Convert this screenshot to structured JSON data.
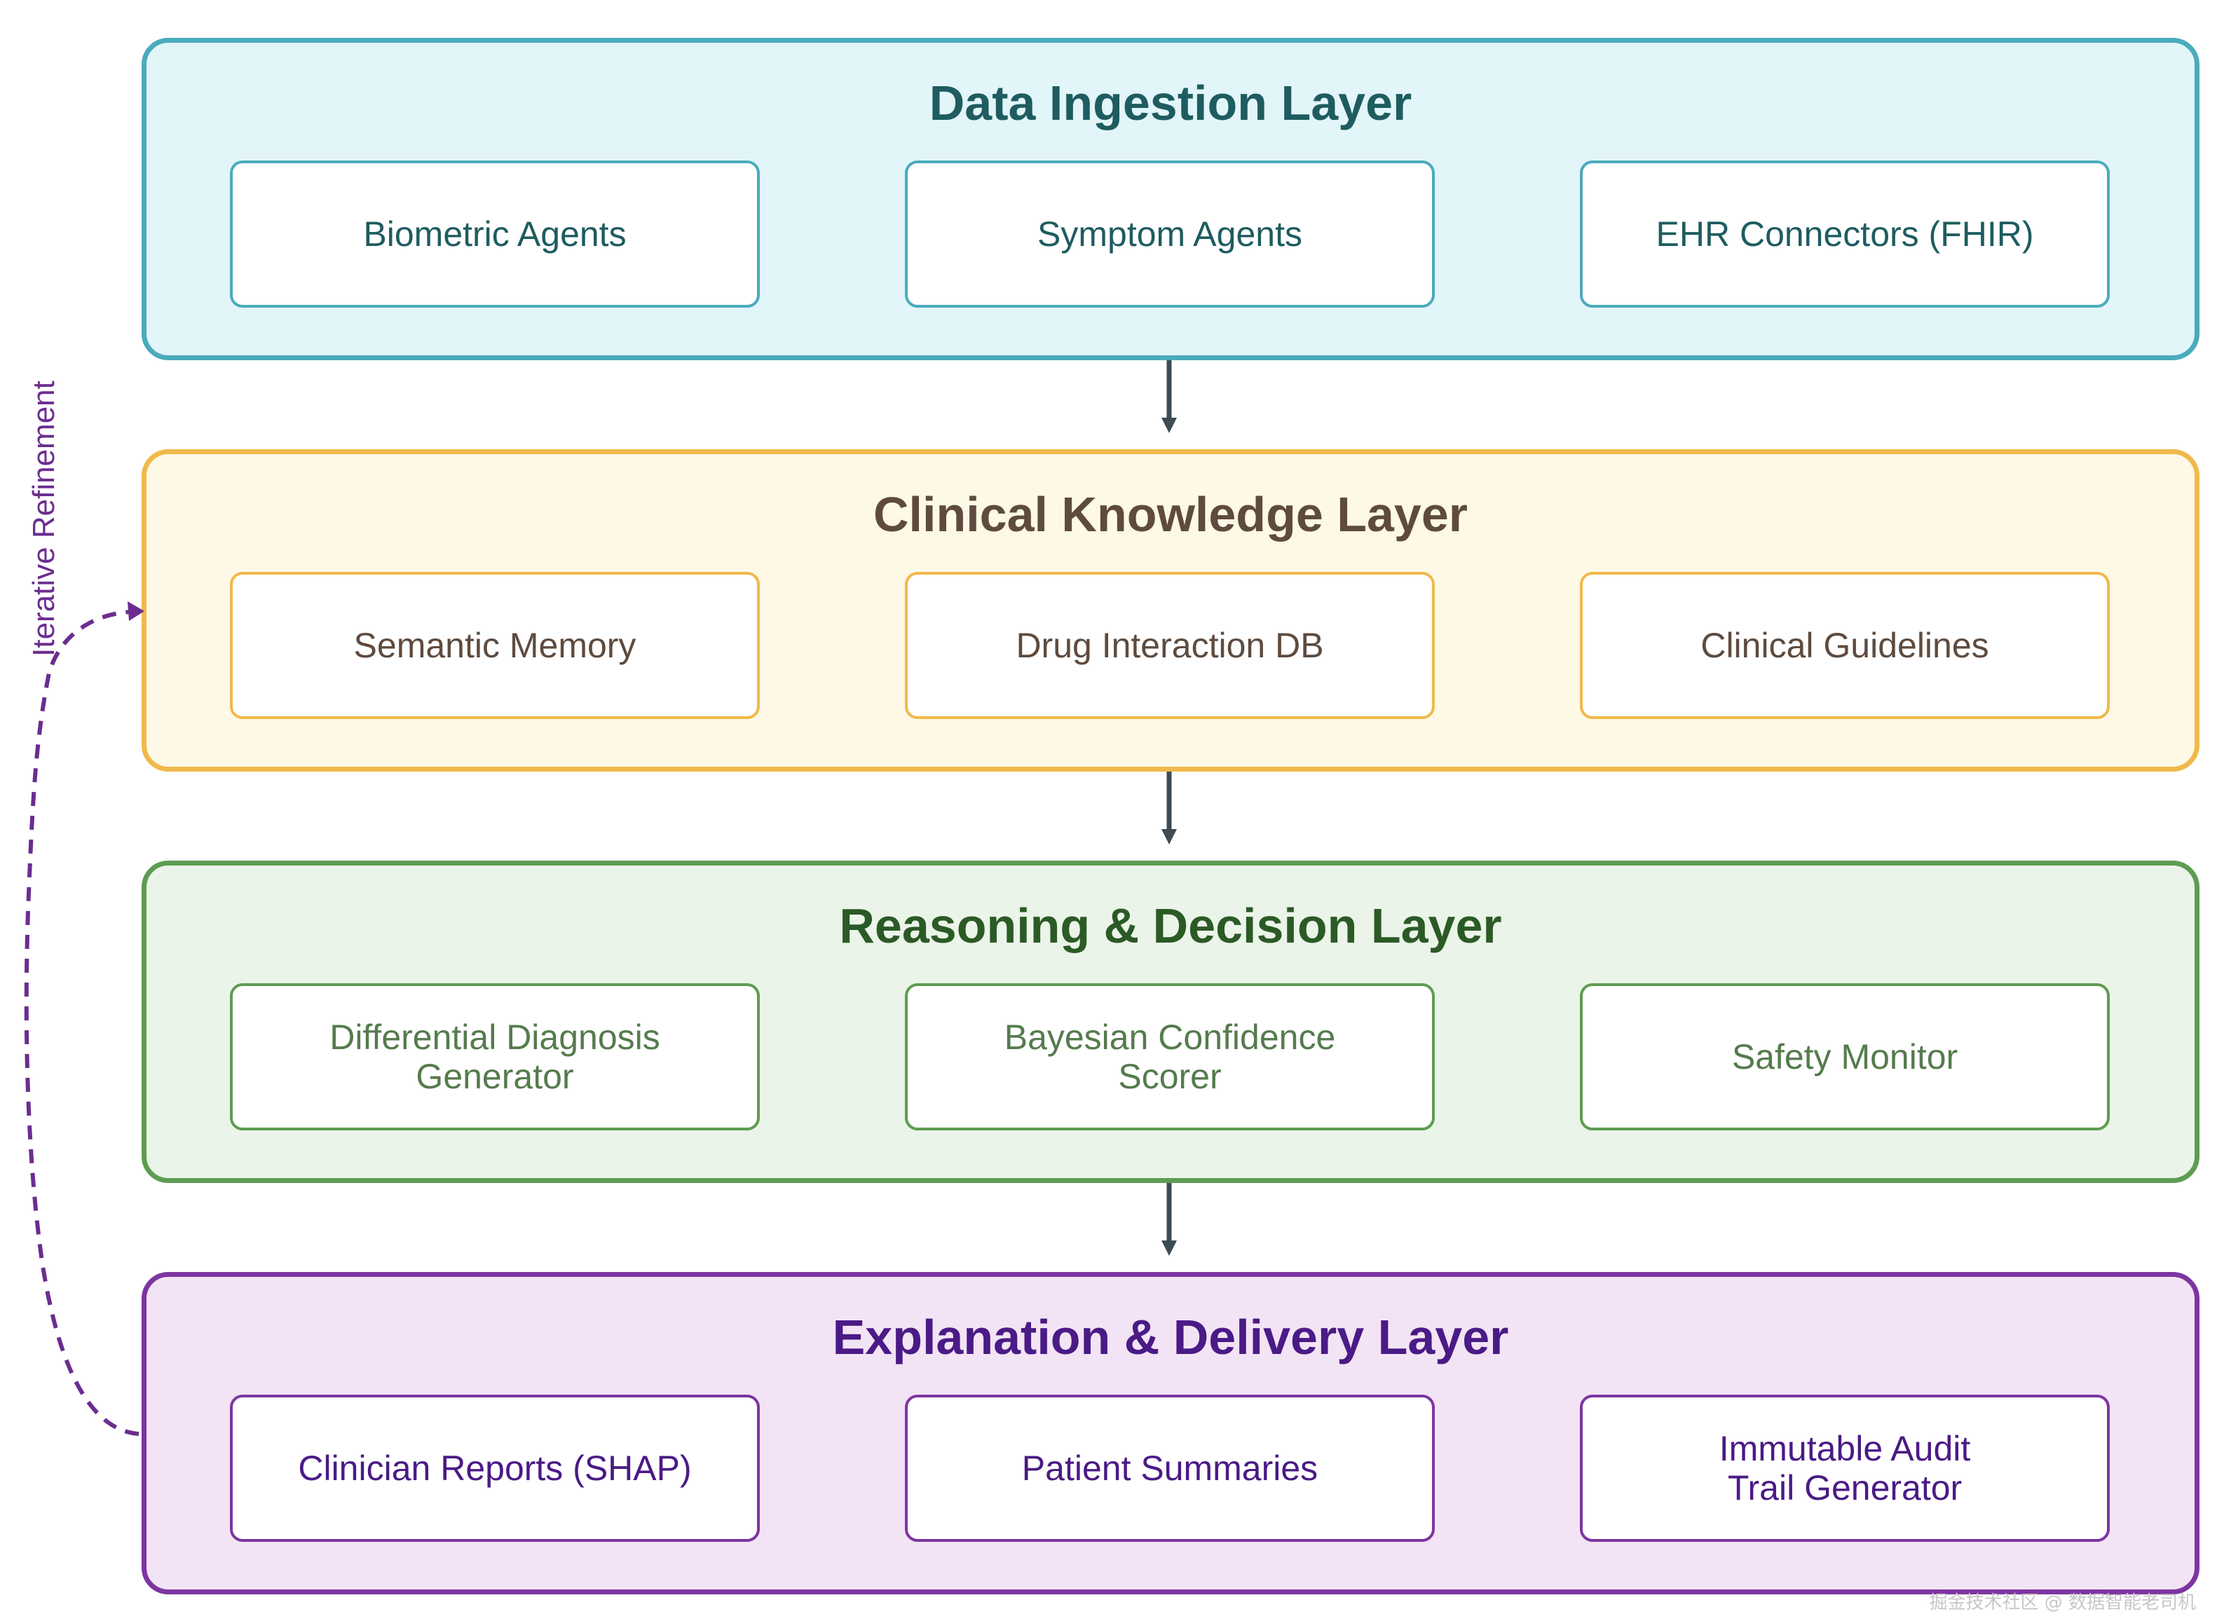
{
  "colors": {
    "arrow": "#3d4b55",
    "loop": "#6b2d8f"
  },
  "loop_label": "Iterative Refinement",
  "watermark": "掘金技术社区 @ 数据智能老司机",
  "layers": [
    {
      "title": "Data Ingestion Layer",
      "colors": {
        "fill": "#e2f5f9",
        "border": "#4aabbc",
        "text": "#1e5c60"
      },
      "components": [
        {
          "label": "Biometric Agents"
        },
        {
          "label": "Symptom Agents"
        },
        {
          "label": "EHR Connectors (FHIR)"
        }
      ]
    },
    {
      "title": "Clinical Knowledge Layer",
      "colors": {
        "fill": "#fef8e6",
        "border": "#f0b94b",
        "text": "#5e4b3e"
      },
      "components": [
        {
          "label": "Semantic Memory"
        },
        {
          "label": "Drug Interaction DB"
        },
        {
          "label": "Clinical Guidelines"
        }
      ]
    },
    {
      "title": "Reasoning & Decision Layer",
      "colors": {
        "fill": "#ebf4e8",
        "border": "#5e9c52",
        "text": "#2b5a26",
        "component_text": "#557b4d"
      },
      "components": [
        {
          "label": "Differential Diagnosis\nGenerator"
        },
        {
          "label": "Bayesian Confidence\nScorer"
        },
        {
          "label": "Safety Monitor"
        }
      ]
    },
    {
      "title": "Explanation & Delivery Layer",
      "colors": {
        "fill": "#f2e4f4",
        "border": "#7d35a0",
        "text": "#4a1a86"
      },
      "components": [
        {
          "label": "Clinician Reports (SHAP)"
        },
        {
          "label": "Patient Summaries"
        },
        {
          "label": "Immutable Audit\nTrail Generator"
        }
      ]
    }
  ]
}
